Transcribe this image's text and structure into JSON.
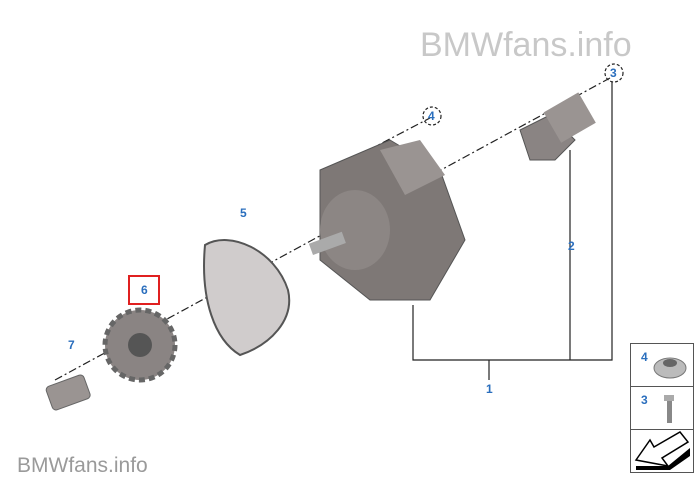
{
  "watermark_top": "BMWfans.info",
  "watermark_bottom": "BMWfans.info",
  "callouts": [
    "1",
    "2",
    "3",
    "4",
    "5",
    "6",
    "7"
  ],
  "highlighted_callout": "6",
  "legend": [
    {
      "label": "4",
      "part": "flange-nut"
    },
    {
      "label": "3",
      "part": "hex-bolt"
    },
    {
      "label": "",
      "part": "direction-arrow"
    }
  ],
  "colors": {
    "callout": "#2a6ebd",
    "highlight": "#e02020"
  }
}
